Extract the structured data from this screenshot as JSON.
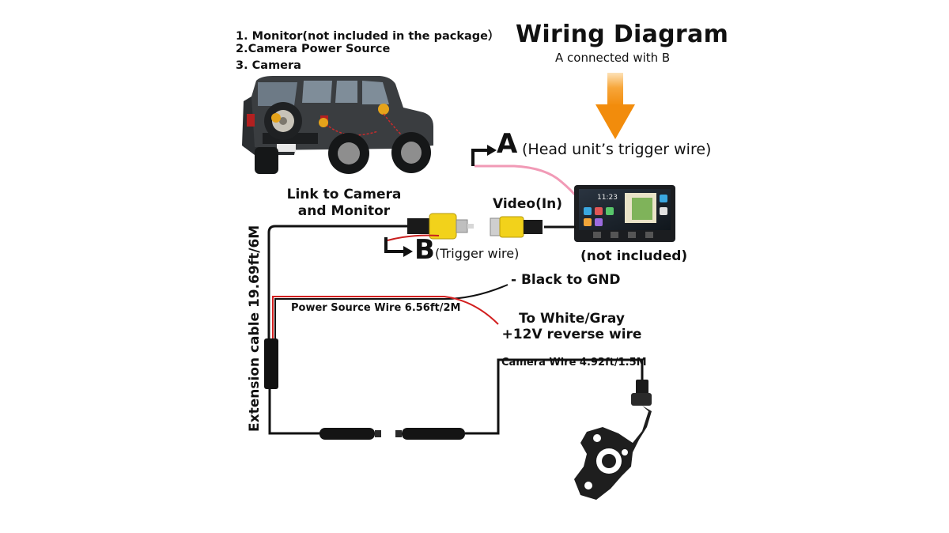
{
  "title": "Wiring Diagram",
  "subtitle": "A connected with B",
  "list": [
    "1. Monitor(not included in the package）",
    "2.Camera Power Source",
    "3. Camera"
  ],
  "labels": {
    "a_letter": "A",
    "a_text": "(Head unit’s trigger wire)",
    "b_letter": "B",
    "b_text": "(Trigger wire)",
    "link_line1": "Link to Camera",
    "link_line2": "and Monitor",
    "video_in": "Video(In)",
    "not_included": "(not included)",
    "black_gnd": "- Black to GND",
    "power_source_wire": "Power Source Wire 6.56ft/2M",
    "white_gray_line1": "To White/Gray",
    "white_gray_line2": "+12V reverse wire",
    "camera_wire": "Camera Wire 4.92ft/1.5M",
    "extension_cable": "Extension cable 19.69ft/6M"
  },
  "monitor_screen": {
    "time": "11:23"
  },
  "colors": {
    "arrow": "#f7941d",
    "rca_yellow": "#f2d21b",
    "wire_black": "#111111",
    "wire_red": "#d21f1f",
    "wire_pink": "#f19ab6"
  }
}
